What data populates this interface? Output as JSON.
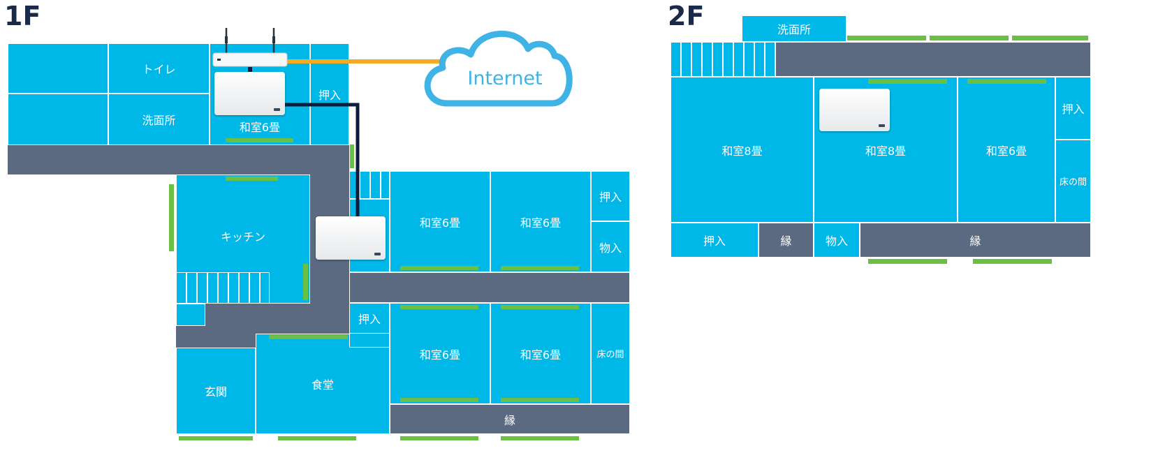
{
  "floors": {
    "f1": {
      "label": "1F",
      "rooms": {
        "toilet": "トイレ",
        "senmenjo": "洗面所",
        "washitsu_router": "和室6畳",
        "oshiire_top": "押入",
        "kitchen": "キッチン",
        "washitsu_a": "和室6畳",
        "washitsu_b": "和室6畳",
        "oshiire_right": "押入",
        "monoire": "物入",
        "oshiire_mid": "押入",
        "washitsu_c": "和室6畳",
        "washitsu_d": "和室6畳",
        "tokonoma": "床の間",
        "genkan": "玄関",
        "shokudo": "食堂",
        "engawa": "縁"
      }
    },
    "f2": {
      "label": "2F",
      "rooms": {
        "senmenjo": "洗面所",
        "washitsu_8a": "和室8畳",
        "washitsu_8b": "和室8畳",
        "washitsu_6": "和室6畳",
        "oshiire_right": "押入",
        "tokonoma": "床の間",
        "oshiire_bottom": "押入",
        "en_small": "縁",
        "monoire": "物入",
        "engawa": "縁"
      }
    }
  },
  "network": {
    "cloud_label": "Internet",
    "devices": [
      "security-appliance-router",
      "access-point",
      "access-point",
      "access-point"
    ]
  },
  "colors": {
    "room": "#00b8e8",
    "hallway": "#5b6a80",
    "window": "#6abf45",
    "internet_cable": "#f5ac22",
    "lan_cable": "#0e1d3d",
    "cloud": "#3fb3e6",
    "floor_label": "#1b2a48"
  }
}
